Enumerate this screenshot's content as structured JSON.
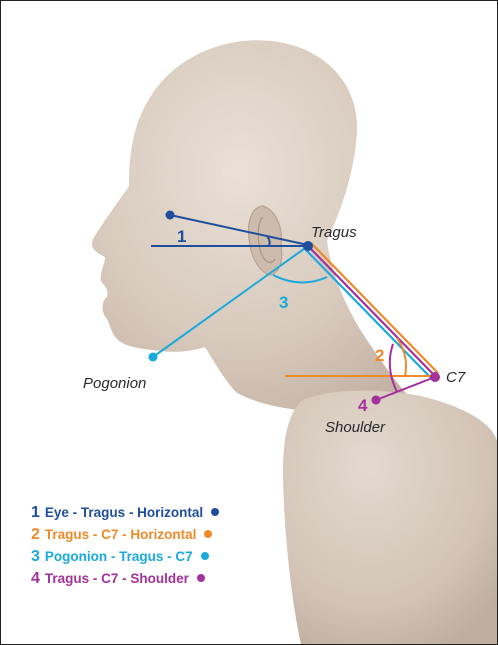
{
  "labels": {
    "tragus": "Tragus",
    "c7": "C7",
    "pogonion": "Pogonion",
    "shoulder": "Shoulder"
  },
  "angle_numbers": [
    "1",
    "2",
    "3",
    "4"
  ],
  "colors": {
    "eye_tragus": "#1f4e9c",
    "tragus_c7_horizontal": "#ef8a2a",
    "pogonion_tragus_c7": "#1aa9dd",
    "tragus_c7_shoulder": "#a4329c",
    "skin": "#d9ccc0"
  },
  "legend": [
    {
      "num": "1",
      "text": "Eye - Tragus - Horizontal",
      "color": "#1f4e9c"
    },
    {
      "num": "2",
      "text": "Tragus - C7 - Horizontal",
      "color": "#ef8a2a"
    },
    {
      "num": "3",
      "text": "Pogonion - Tragus - C7",
      "color": "#1aa9dd"
    },
    {
      "num": "4",
      "text": "Tragus - C7 - Shoulder",
      "color": "#a4329c"
    }
  ]
}
